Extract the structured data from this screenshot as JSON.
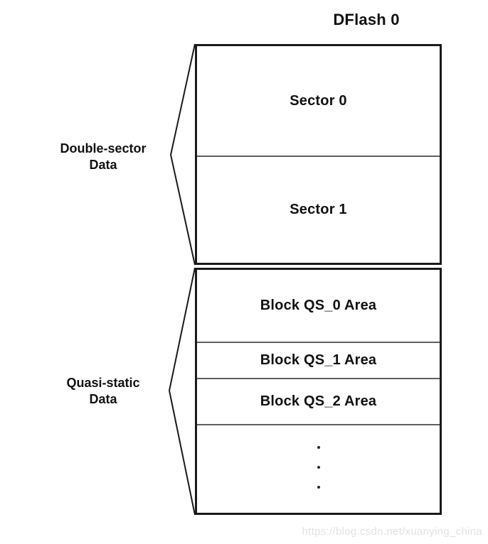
{
  "diagram": {
    "title": "DFlash 0",
    "watermark": "https://blog.csdn.net/xuanying_china",
    "colors": {
      "outline": "#1a1a1a",
      "divider": "#5f5f5f",
      "text": "#111111",
      "background": "#ffffff",
      "watermark": "#e2e2e2"
    }
  },
  "groups": [
    {
      "key": "double-sector",
      "label_line1": "Double-sector",
      "label_line2": "Data",
      "rows": [
        {
          "key": "sector-0",
          "label": "Sector 0"
        },
        {
          "key": "sector-1",
          "label": "Sector 1"
        }
      ]
    },
    {
      "key": "quasi-static",
      "label_line1": "Quasi-static",
      "label_line2": "Data",
      "rows": [
        {
          "key": "qs-0",
          "label": "Block QS_0 Area"
        },
        {
          "key": "qs-1",
          "label": "Block QS_1 Area"
        },
        {
          "key": "qs-2",
          "label": "Block QS_2 Area"
        },
        {
          "key": "ellipsis",
          "label": ""
        }
      ]
    }
  ]
}
